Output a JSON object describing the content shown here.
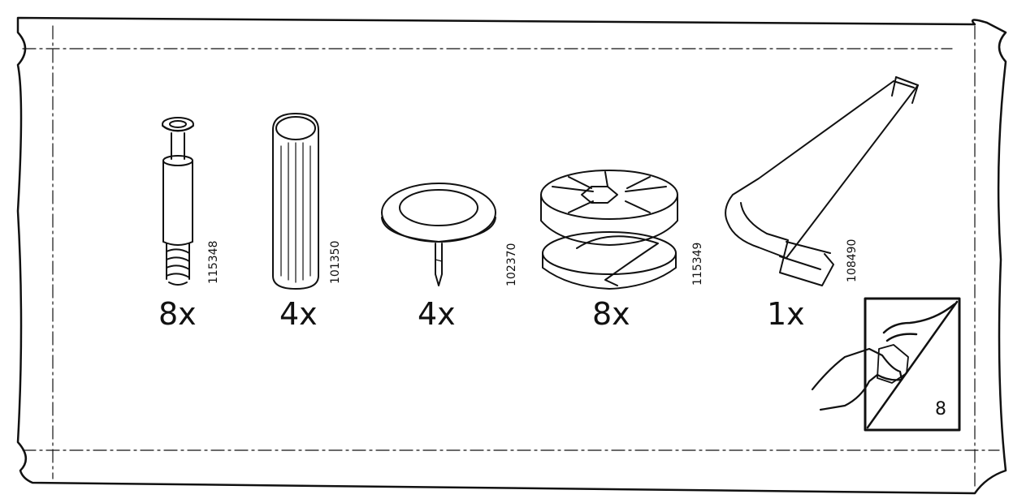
{
  "parts": [
    {
      "name": "cam-lock-screw",
      "quantity": "8x",
      "article": "115348"
    },
    {
      "name": "wooden-dowel",
      "quantity": "4x",
      "article": "101350"
    },
    {
      "name": "felt-pad-glide",
      "quantity": "4x",
      "article": "102370"
    },
    {
      "name": "cam-lock-nut",
      "quantity": "8x",
      "article": "115349"
    },
    {
      "name": "allen-key",
      "quantity": "1x",
      "article": "108490"
    }
  ],
  "page_turn": {
    "page_number": "8",
    "icon": "turn-page-icon"
  }
}
